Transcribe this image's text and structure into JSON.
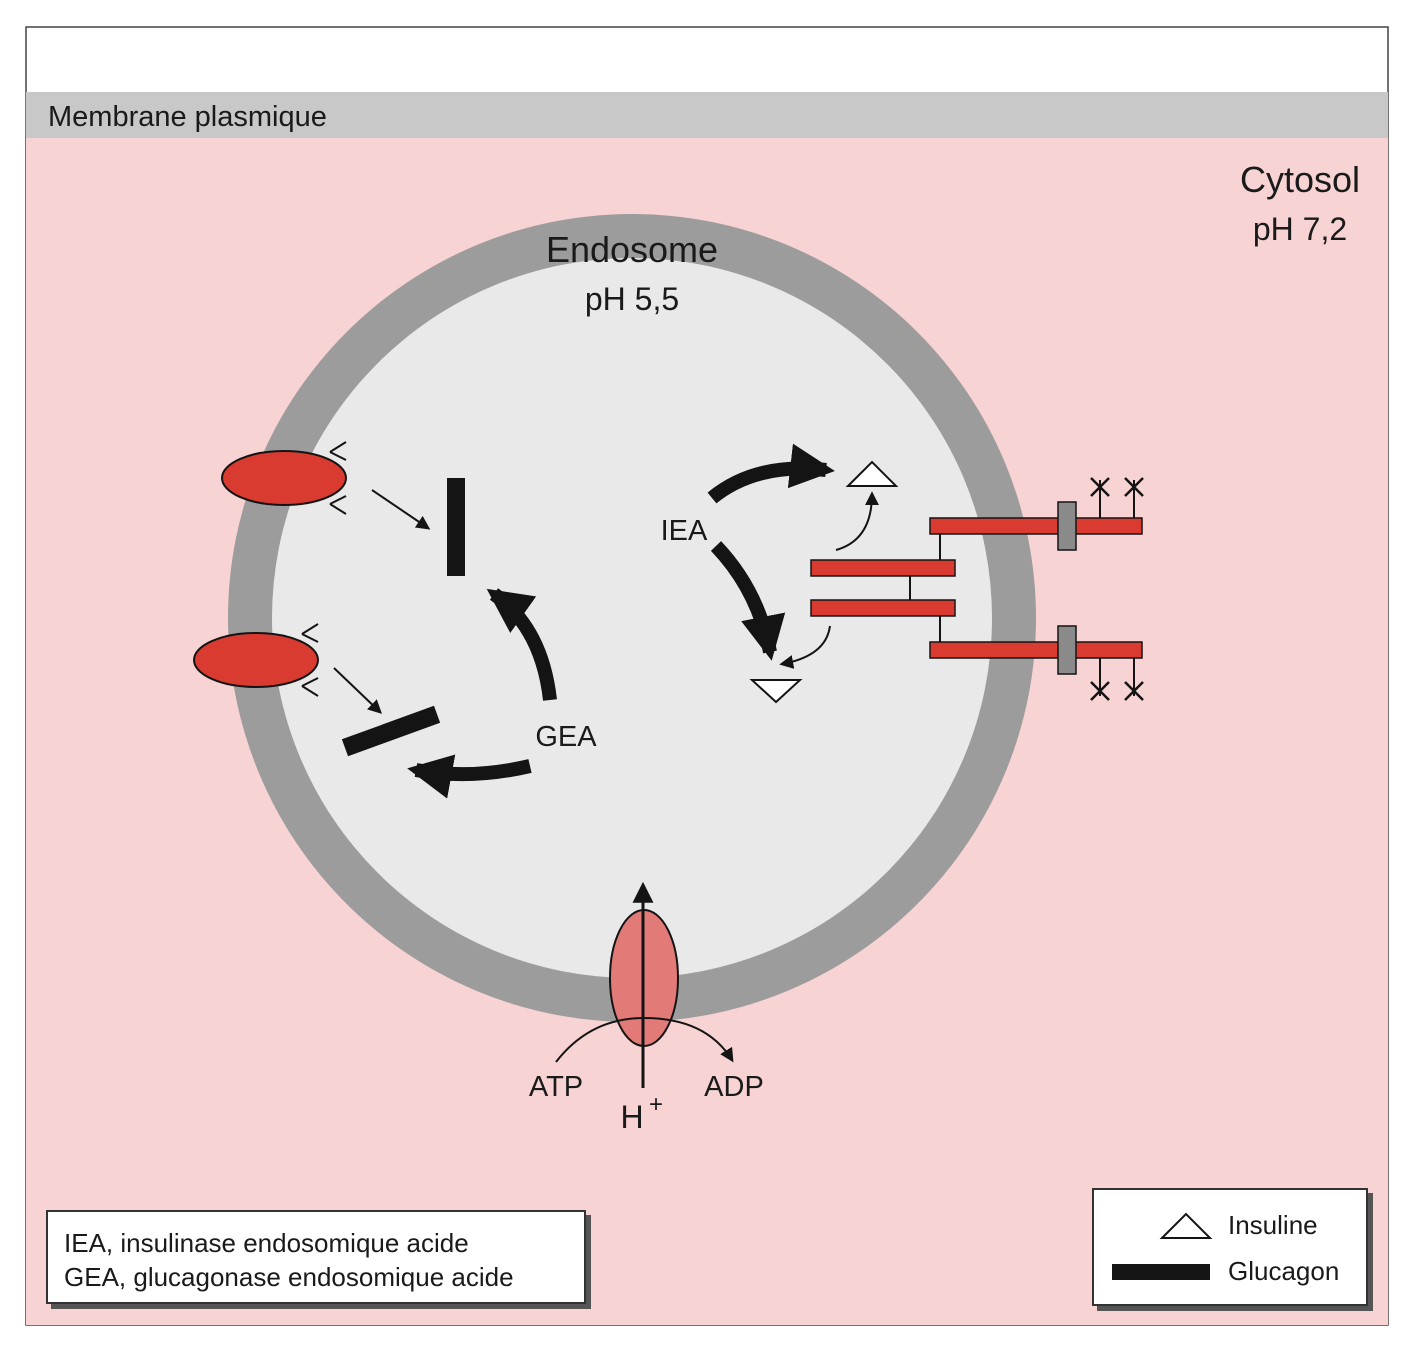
{
  "colors": {
    "cytosol": "#f7d3d3",
    "membrane": "#c8c8c8",
    "endosome_wall": "#9c9c9c",
    "endosome_lumen": "#e9e9e9",
    "receptor_red": "#d93b30",
    "pump_red": "#e27a78",
    "dark": "#141414"
  },
  "labels": {
    "membrane": "Membrane plasmique",
    "cytosol": "Cytosol",
    "cytosol_ph": "pH 7,2",
    "endosome": "Endosome",
    "endosome_ph": "pH 5,5",
    "iea": "IEA",
    "gea": "GEA",
    "atp": "ATP",
    "adp": "ADP",
    "proton": "H",
    "proton_charge": "+"
  },
  "legend_abbrev": {
    "line1": "IEA, insulinase endosomique acide",
    "line2": "GEA, glucagonase endosomique acide"
  },
  "legend_symbols": {
    "insulin": "Insuline",
    "glucagon": "Glucagon"
  }
}
